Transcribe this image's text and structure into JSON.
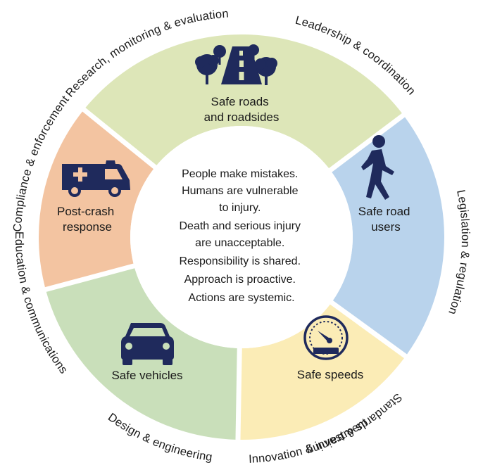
{
  "segments": [
    {
      "id": "roads",
      "label_lines": [
        "Safe roads",
        "and roadsides"
      ],
      "color": "#dde6b8",
      "icon": "road-trees-icon"
    },
    {
      "id": "users",
      "label_lines": [
        "Safe road",
        "users"
      ],
      "color": "#b9d3ec",
      "icon": "pedestrian-icon"
    },
    {
      "id": "speeds",
      "label_lines": [
        "Safe speeds"
      ],
      "color": "#fbecb6",
      "icon": "speedometer-icon"
    },
    {
      "id": "vehicles",
      "label_lines": [
        "Safe vehicles"
      ],
      "color": "#c9dfba",
      "icon": "car-icon"
    },
    {
      "id": "postcrash",
      "label_lines": [
        "Post-crash",
        "response"
      ],
      "color": "#f3c4a1",
      "icon": "ambulance-icon"
    }
  ],
  "center_lines": [
    "People make mistakes.",
    "Humans are vulnerable",
    "to injury.",
    "Death and serious injury",
    "are unacceptable.",
    "Responsibility is shared.",
    "Approach is proactive.",
    "Actions are systemic."
  ],
  "ring_labels": [
    "Leadership & coordination",
    "Legislation & regulation",
    "Standards & training",
    "Innovation & investment",
    "Design & engineering",
    "Education & communications",
    "Compliance & enforcement",
    "Research, monitoring & evaluation"
  ],
  "colors": {
    "icon": "#1f2a5c",
    "divider": "#ffffff",
    "text": "#1a1a1a"
  }
}
